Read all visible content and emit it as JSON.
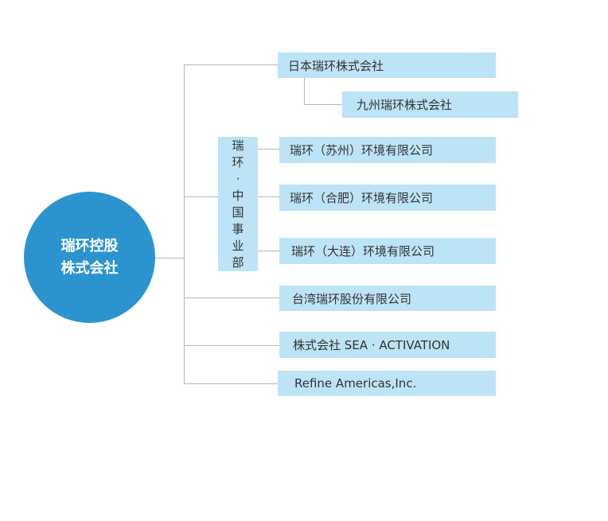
{
  "root": {
    "line1": "瑞环控股",
    "line2": "株式会社"
  },
  "division": {
    "chars": [
      "瑞",
      "环",
      "·",
      "中",
      "国",
      "事",
      "业",
      "部"
    ]
  },
  "companies": {
    "japan": "日本瑞环株式会社",
    "kyushu": "九州瑞环株式会社",
    "suzhou": "瑞环（苏州）环境有限公司",
    "hefei": "瑞环（合肥）环境有限公司",
    "dalian": "瑞环（大连）环境有限公司",
    "taiwan": "台湾瑞环股份有限公司",
    "sea": "株式会社 SEA · ACTIVATION",
    "americas": "Refine Americas,Inc."
  },
  "colors": {
    "circle": "#2b94cf",
    "box": "#bde3f6",
    "line": "#b8b8b8",
    "text": "#333333"
  }
}
